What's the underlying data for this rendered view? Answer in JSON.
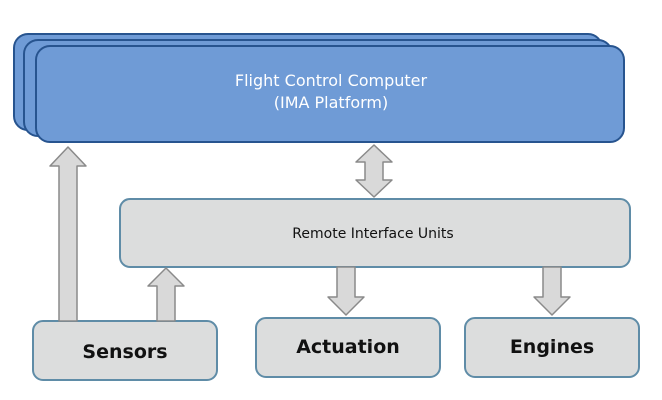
{
  "diagram": {
    "fcc": {
      "line1": "Flight Control Computer",
      "line2": "(IMA Platform)"
    },
    "riu": {
      "label": "Remote Interface Units"
    },
    "sensors": {
      "label": "Sensors"
    },
    "actuation": {
      "label": "Actuation"
    },
    "engines": {
      "label": "Engines"
    }
  },
  "colors": {
    "fcc_fill": "#6f9bd6",
    "fcc_stroke": "#27548f",
    "fcc_text": "#ffffff",
    "box_fill": "#dcdddd",
    "box_stroke": "#5f8ca7",
    "arrow_fill": "#d9d9d9",
    "arrow_stroke": "#8a8a8a",
    "text": "#111111"
  }
}
